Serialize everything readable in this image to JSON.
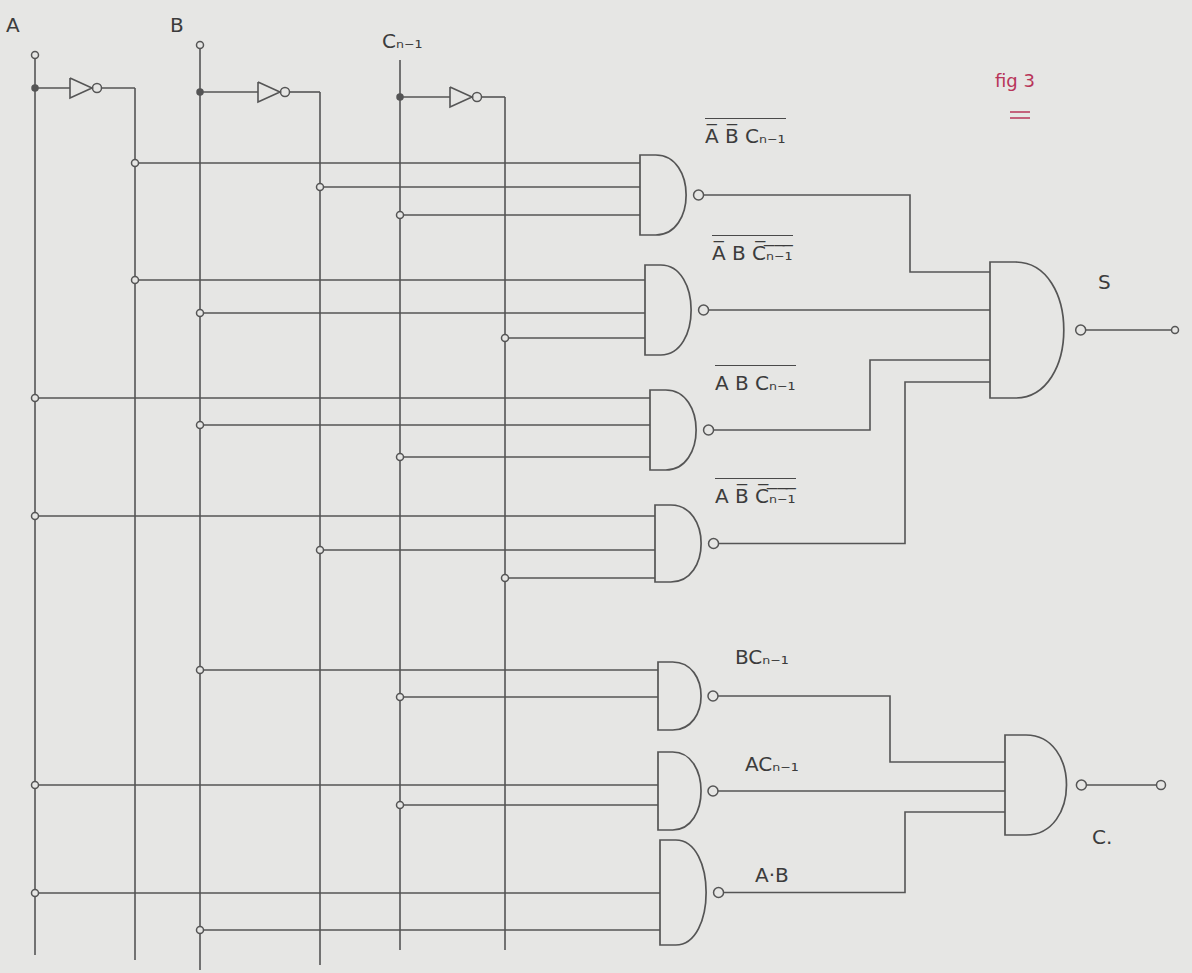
{
  "diagram": {
    "labels": [
      "A",
      "B",
      "Cₙ₋₁",
      "fig 3",
      "A̅ B̅ Cₙ₋₁",
      "A̅ B C̅ₙ̅₋̅₁̅",
      "A B Cₙ₋₁",
      "A B̅ C̅ₙ̅₋̅₁̅",
      "S",
      "BCₙ₋₁",
      "ACₙ₋₁",
      "A·B",
      "C."
    ]
  }
}
